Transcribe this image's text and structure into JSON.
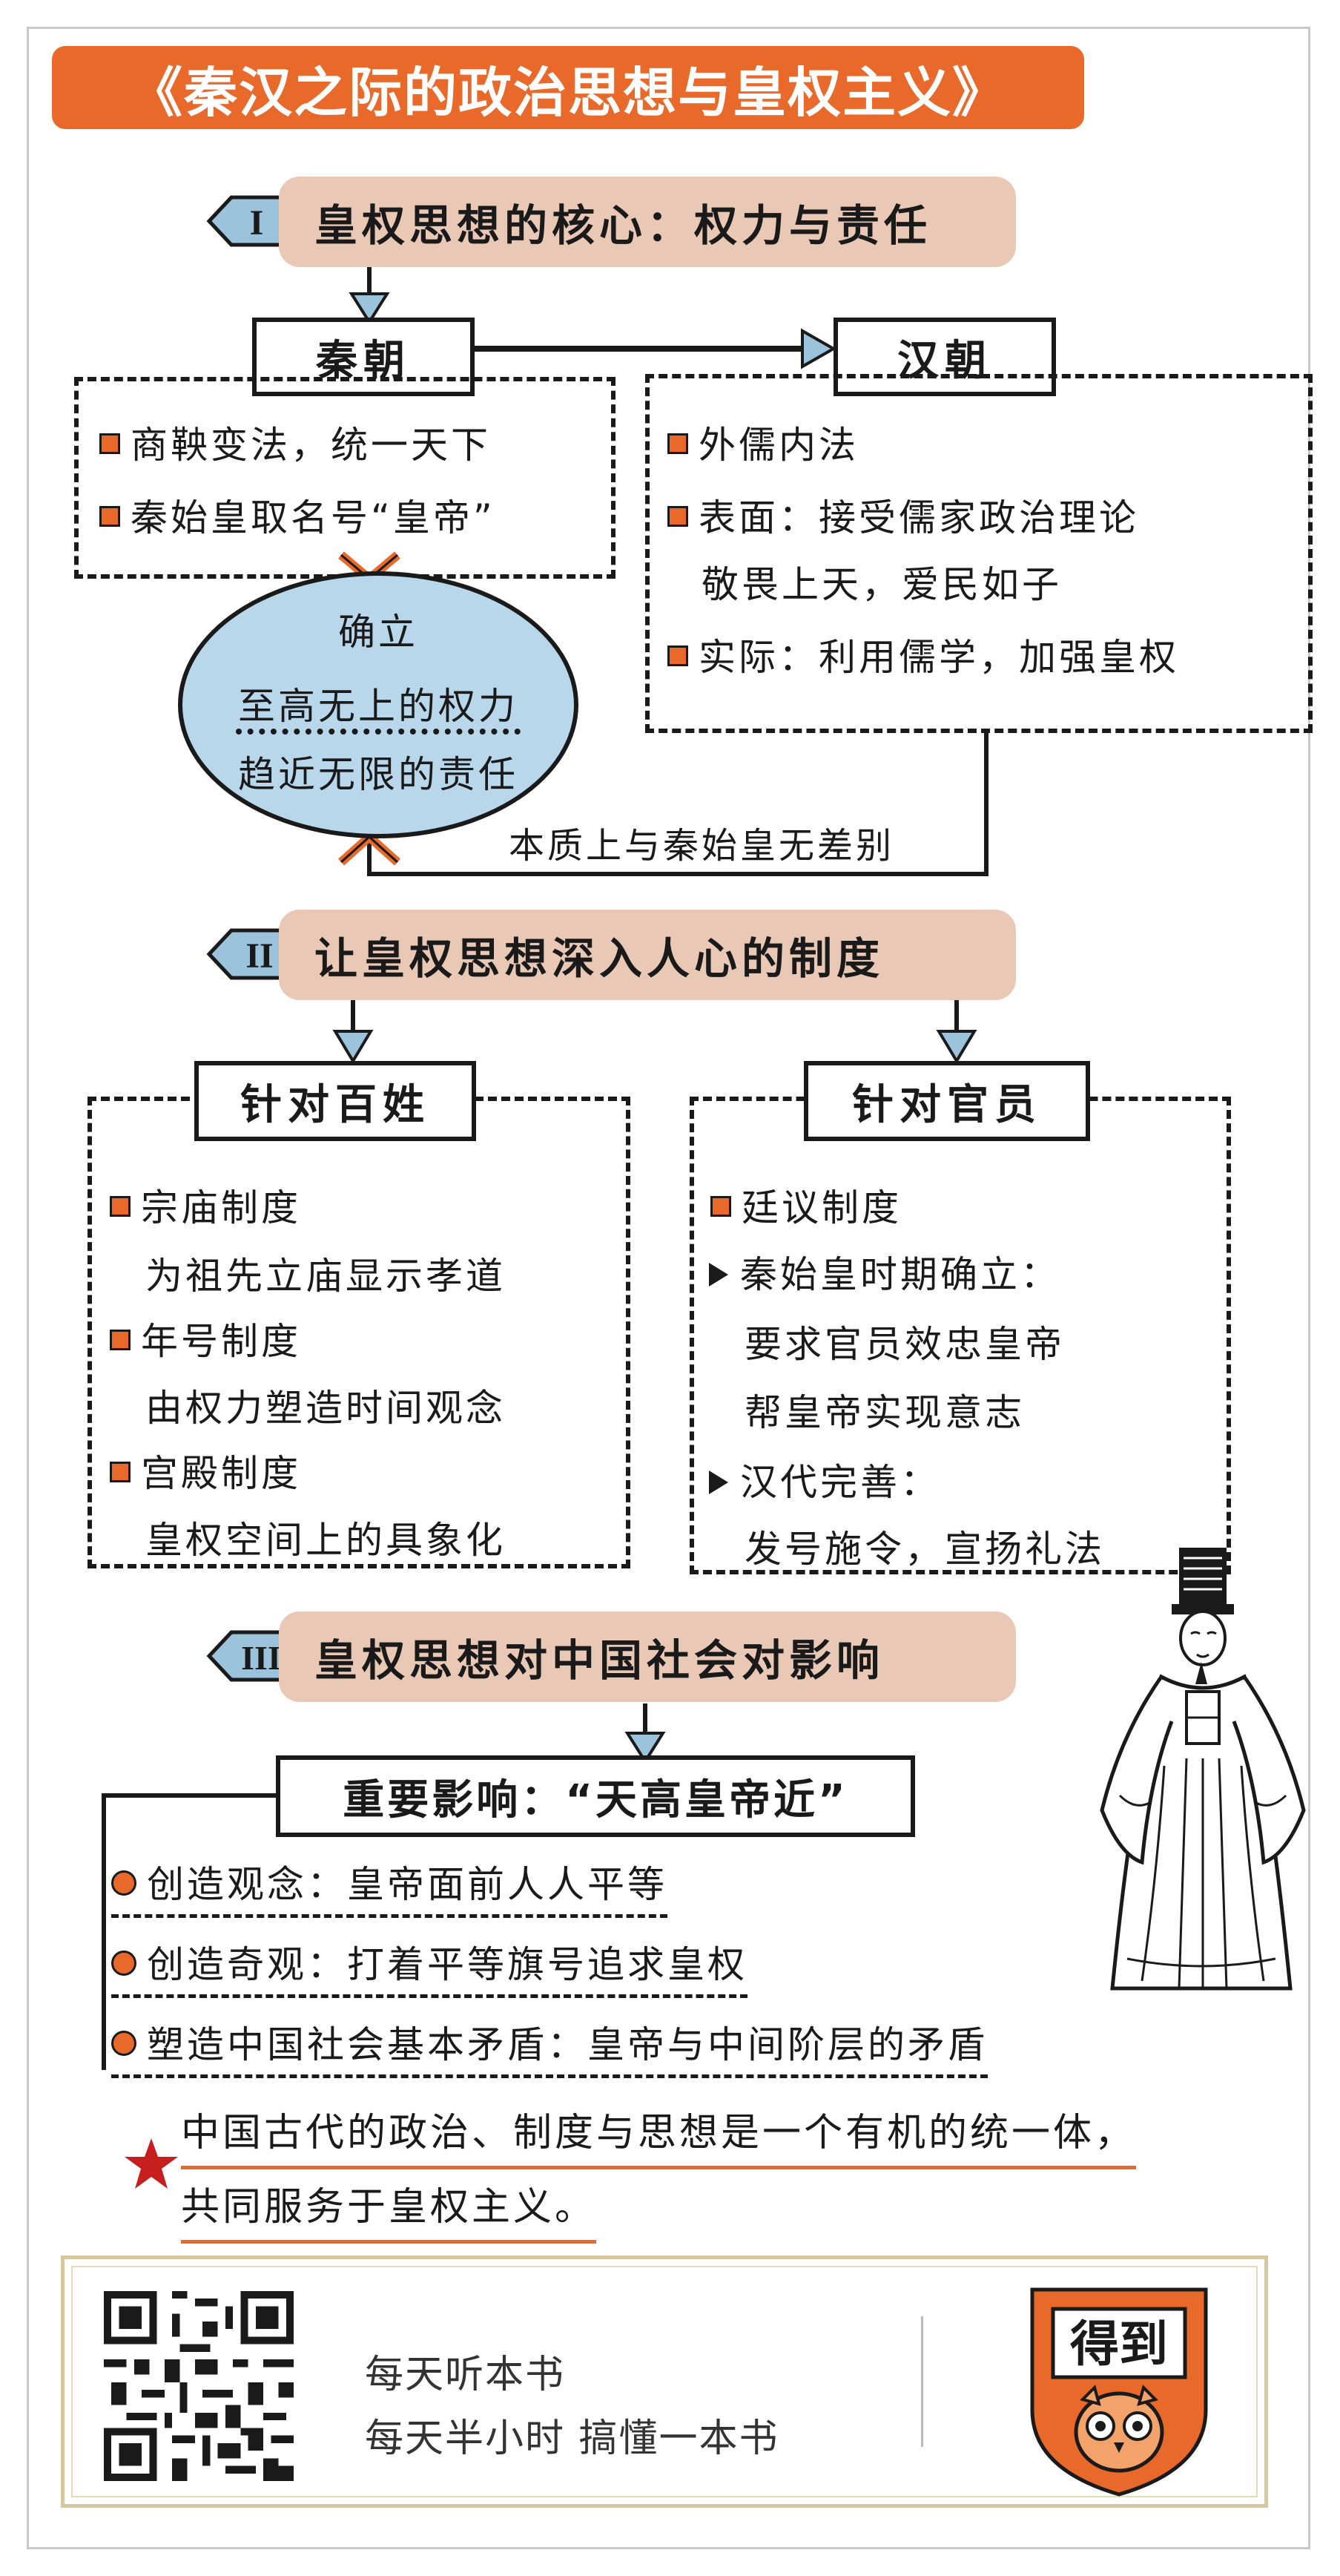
{
  "title": "《秦汉之际的政治思想与皇权主义》",
  "section1": {
    "numeral": "I",
    "title": "皇权思想的核心：权力与责任",
    "qin": {
      "label": "秦朝",
      "items": [
        "商鞅变法，统一天下",
        "秦始皇取名号“皇帝”"
      ]
    },
    "han": {
      "label": "汉朝",
      "item1": "外儒内法",
      "item2a": "表面：接受儒家政治理论",
      "item2b": "敬畏上天，爱民如子",
      "item3": "实际：利用儒学，加强皇权"
    },
    "ellipse": {
      "head": "确立",
      "line1": "至高无上的权力",
      "line2": "趋近无限的责任"
    },
    "connector_label": "本质上与秦始皇无差别"
  },
  "section2": {
    "numeral": "II",
    "title": "让皇权思想深入人心的制度",
    "people": {
      "label": "针对百姓",
      "items": [
        {
          "head": "宗庙制度",
          "desc": "为祖先立庙显示孝道"
        },
        {
          "head": "年号制度",
          "desc": "由权力塑造时间观念"
        },
        {
          "head": "宫殿制度",
          "desc": "皇权空间上的具象化"
        }
      ]
    },
    "officials": {
      "label": "针对官员",
      "head": "廷议制度",
      "sub1": "秦始皇时期确立：",
      "sub1a": "要求官员效忠皇帝",
      "sub1b": "帮皇帝实现意志",
      "sub2": "汉代完善：",
      "sub2a": "发号施令，宣扬礼法"
    }
  },
  "section3": {
    "numeral": "III",
    "title": "皇权思想对中国社会对影响",
    "impact_label": "重要影响：“天高皇帝近”",
    "items": [
      "创造观念：皇帝面前人人平等",
      "创造奇观：打着平等旗号追求皇权",
      "塑造中国社会基本矛盾：皇帝与中间阶层的矛盾"
    ]
  },
  "conclusion": {
    "line1": "中国古代的政治、制度与思想是一个有机的统一体，",
    "line2": "共同服务于皇权主义。"
  },
  "footer": {
    "line1": "每天听本书",
    "line2": "每天半小时 搞懂一本书",
    "logo_text": "得到"
  },
  "colors": {
    "accent": "#e8692a",
    "band": "#e9c8b6",
    "ellipse": "#b9d7ea",
    "arrow": "#9cc3dc",
    "star": "#c81e1e"
  }
}
